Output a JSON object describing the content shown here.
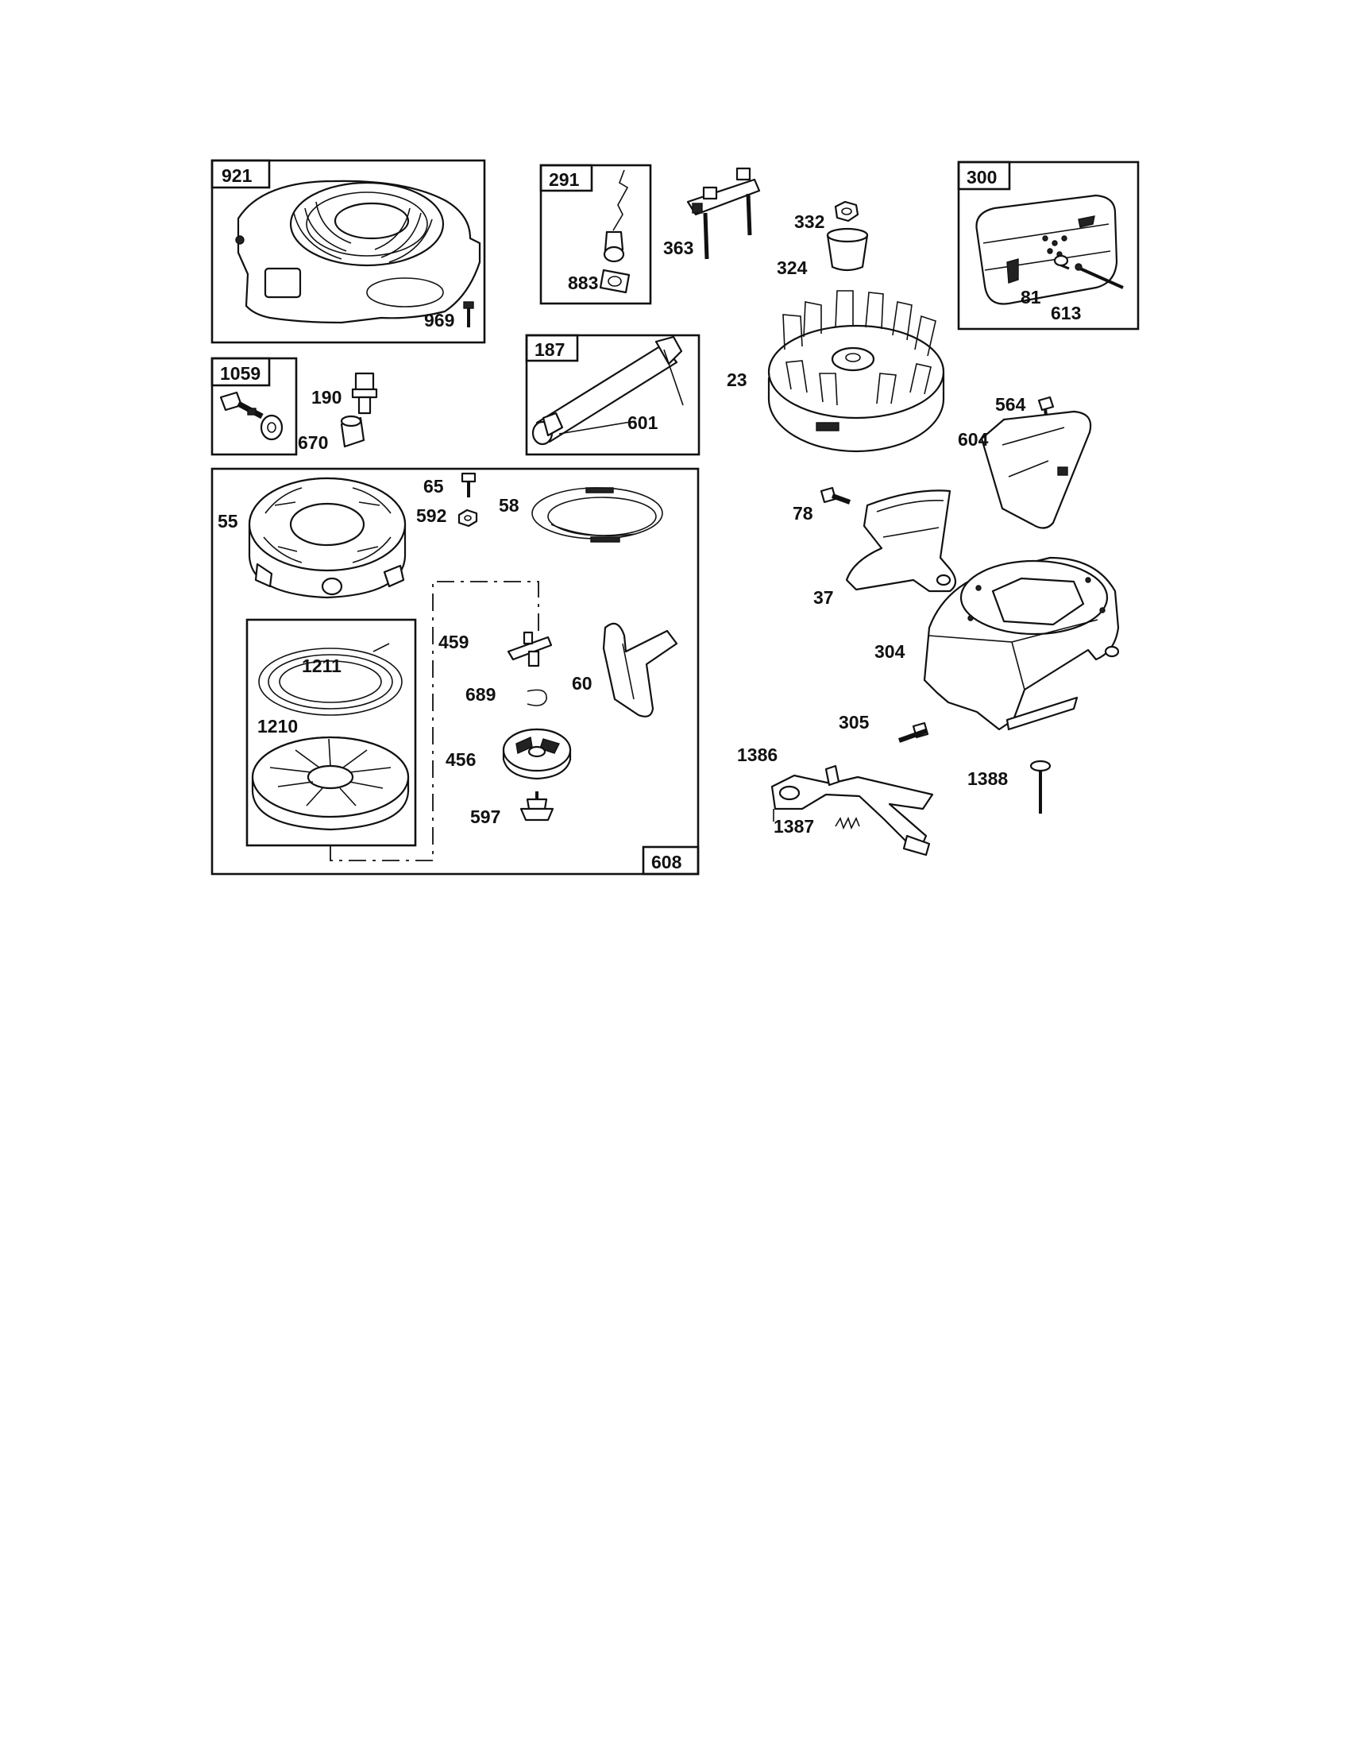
{
  "groups": {
    "921": "921",
    "291": "291",
    "300": "300",
    "1059": "1059",
    "187": "187",
    "608": "608"
  },
  "parts": {
    "p969": "969",
    "p883": "883",
    "p363": "363",
    "p332": "332",
    "p324": "324",
    "p81": "81",
    "p613": "613",
    "p190": "190",
    "p670": "670",
    "p601": "601",
    "p23": "23",
    "p564": "564",
    "p604": "604",
    "p65": "65",
    "p592": "592",
    "p58": "58",
    "p55": "55",
    "p78": "78",
    "p37": "37",
    "p304": "304",
    "p459": "459",
    "p689": "689",
    "p60": "60",
    "p1211": "1211",
    "p1210": "1210",
    "p456": "456",
    "p597": "597",
    "p305": "305",
    "p1386": "1386",
    "p1387": "1387",
    "p1388": "1388"
  }
}
